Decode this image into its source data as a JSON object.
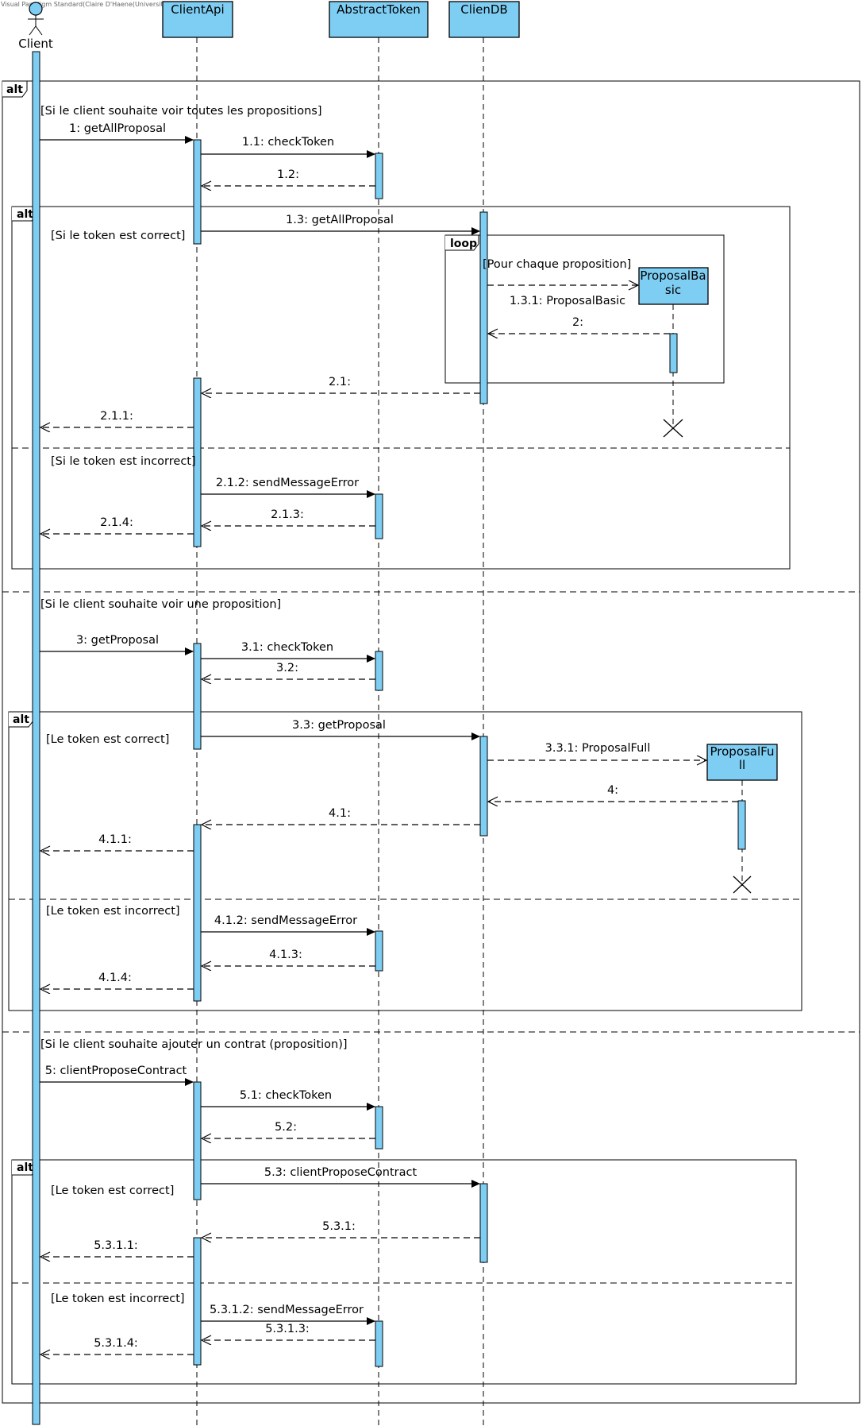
{
  "watermark": "Visual Paradigm Standard(Claire D'Haene(University of Nantes))",
  "participants": {
    "client": "Client",
    "clientapi": "ClientApi",
    "abstracttoken": "AbstractToken",
    "cliendb": "ClienDB",
    "proposalbasic": [
      "ProposalBa",
      "sic"
    ],
    "proposalfull": [
      "ProposalFu",
      "ll"
    ]
  },
  "fragments": {
    "alt": "alt",
    "loop": "loop"
  },
  "guards": {
    "g1": "[Si le client souhaite voir toutes les propositions]",
    "g2": "[Si le token est correct]",
    "g3": "[Pour chaque proposition]",
    "g4": "[Si le token est incorrect]",
    "g5": "[Si le client souhaite voir une proposition]",
    "g6": "[Le token est correct]",
    "g7": "[Le token est incorrect]",
    "g8": "[Si le client souhaite ajouter un contrat (proposition)]",
    "g9": "[Le token est correct]",
    "g10": "[Le token est incorrect]"
  },
  "messages": {
    "m1": "1: getAllProposal",
    "m1_1": "1.1: checkToken",
    "m1_2": "1.2:",
    "m1_3": "1.3: getAllProposal",
    "m1_3_1": "1.3.1: ProposalBasic",
    "m2": "2:",
    "m2_1": "2.1:",
    "m2_1_1": "2.1.1:",
    "m2_1_2": "2.1.2: sendMessageError",
    "m2_1_3": "2.1.3:",
    "m2_1_4": "2.1.4:",
    "m3": "3: getProposal",
    "m3_1": "3.1: checkToken",
    "m3_2": "3.2:",
    "m3_3": "3.3: getProposal",
    "m3_3_1": "3.3.1: ProposalFull",
    "m4": "4:",
    "m4_1": "4.1:",
    "m4_1_1": "4.1.1:",
    "m4_1_2": "4.1.2: sendMessageError",
    "m4_1_3": "4.1.3:",
    "m4_1_4": "4.1.4:",
    "m5": "5: clientProposeContract",
    "m5_1": "5.1: checkToken",
    "m5_2": "5.2:",
    "m5_3": "5.3: clientProposeContract",
    "m5_3_1": "5.3.1:",
    "m5_3_1_1": "5.3.1.1:",
    "m5_3_1_2": "5.3.1.2: sendMessageError",
    "m5_3_1_3": "5.3.1.3:",
    "m5_3_1_4": "5.3.1.4:"
  },
  "colors": {
    "participant_fill": "#7ecef4",
    "line": "#000000"
  }
}
